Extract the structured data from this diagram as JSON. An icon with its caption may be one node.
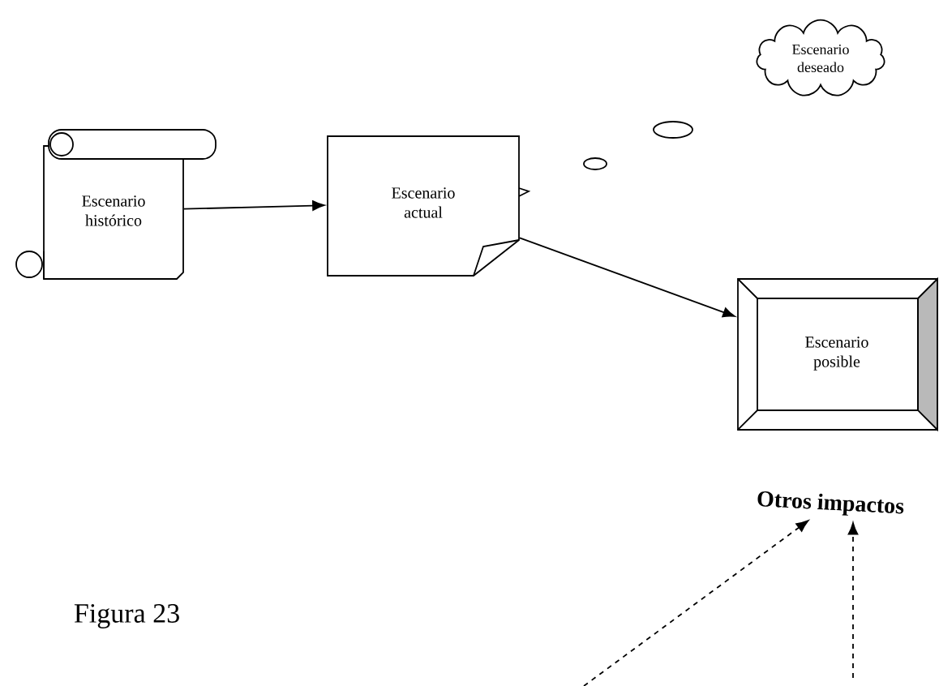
{
  "diagram": {
    "nodes": [
      {
        "text": [
          "Escenario histórico"
        ]
      },
      {
        "text": [
          "Escenario actual"
        ]
      },
      {
        "text": [
          "Escenario deseado"
        ]
      },
      {
        "text": [
          "Escenario posible"
        ]
      },
      {
        "text": [
          "Otros impactos"
        ]
      }
    ],
    "edges": [
      {
        "from": 0,
        "to": 1,
        "arrow": "to"
      },
      {
        "from": 1,
        "to": 3,
        "arrow": "to"
      },
      {
        "from": null,
        "to": 4,
        "arrow": "to",
        "style": "dashed"
      },
      {
        "from": null,
        "to": 4,
        "arrow": "to",
        "style": "dashed"
      }
    ],
    "labels": [
      "Figura 23"
    ]
  }
}
